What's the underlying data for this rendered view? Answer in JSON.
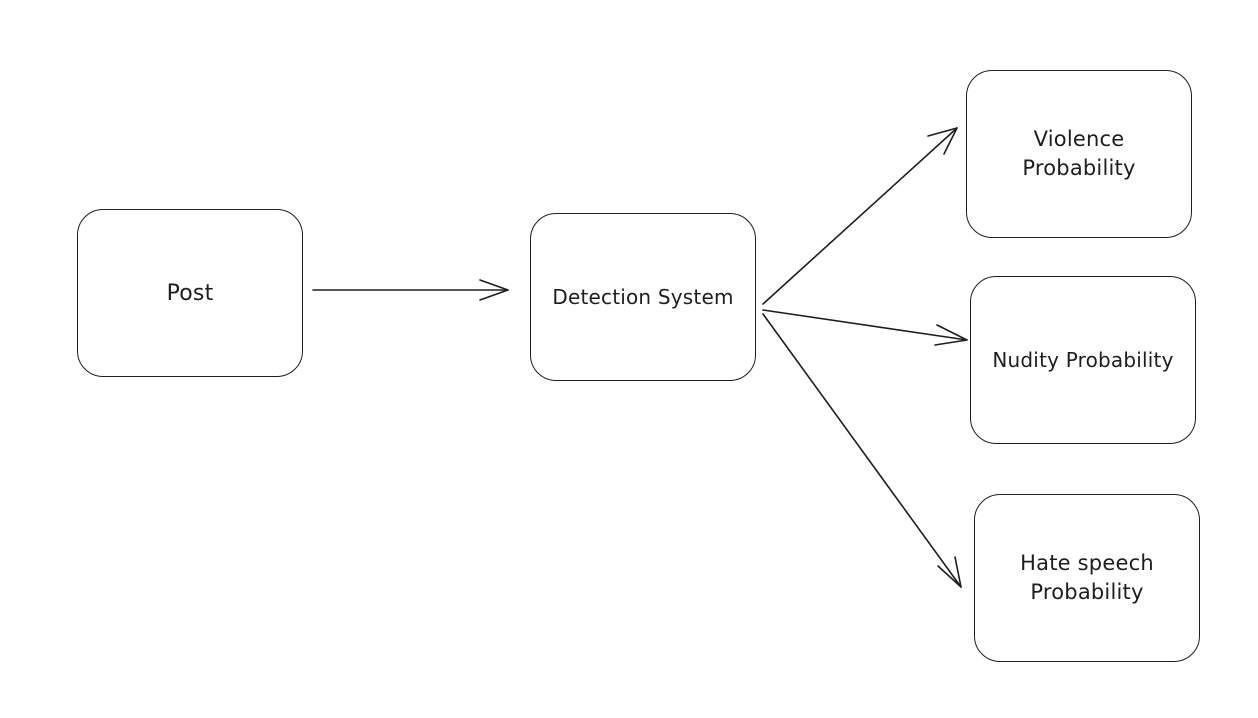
{
  "colors": {
    "stroke": "#1e1e1e",
    "background": "#ffffff"
  },
  "nodes": {
    "post": {
      "label": "Post"
    },
    "detection": {
      "label": "Detection System"
    },
    "violence": {
      "label": "Violence\nProbability"
    },
    "nudity": {
      "label": "Nudity Probability"
    },
    "hate": {
      "label": "Hate speech\nProbability"
    }
  },
  "edges": [
    {
      "from": "post",
      "to": "detection"
    },
    {
      "from": "detection",
      "to": "violence"
    },
    {
      "from": "detection",
      "to": "nudity"
    },
    {
      "from": "detection",
      "to": "hate"
    }
  ]
}
